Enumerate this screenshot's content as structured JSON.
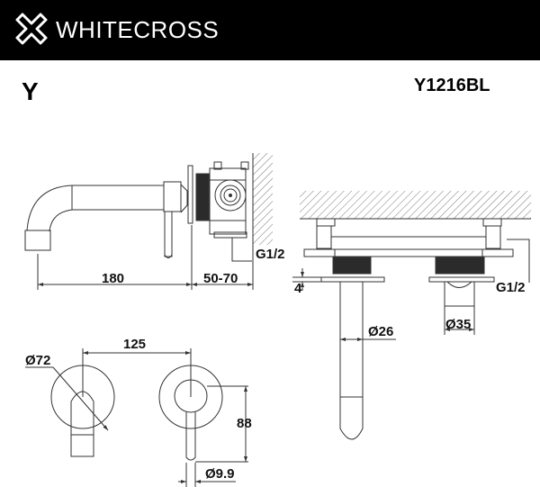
{
  "header": {
    "brand": "WHITECROSS",
    "logo_icon": "cross-outline-logo-icon",
    "background": "#000000",
    "text_color": "#ffffff"
  },
  "title": {
    "series": "Y",
    "model": "Y1216BL"
  },
  "drawing": {
    "line_color": "#333333",
    "thread_fill": "#333333",
    "views": {
      "side_view": {
        "dimensions": {
          "spout_length": "180",
          "wall_depth": "50-70",
          "connection": "G1/2"
        }
      },
      "top_view": {
        "dimensions": {
          "plate_thickness": "4",
          "spout_diameter": "Ø26",
          "handle_diameter": "Ø35",
          "connection": "G1/2"
        }
      },
      "front_view": {
        "dimensions": {
          "center_distance": "125",
          "plate_diameter": "Ø72",
          "handle_height": "88",
          "lever_diameter": "Ø9.9"
        }
      }
    }
  }
}
